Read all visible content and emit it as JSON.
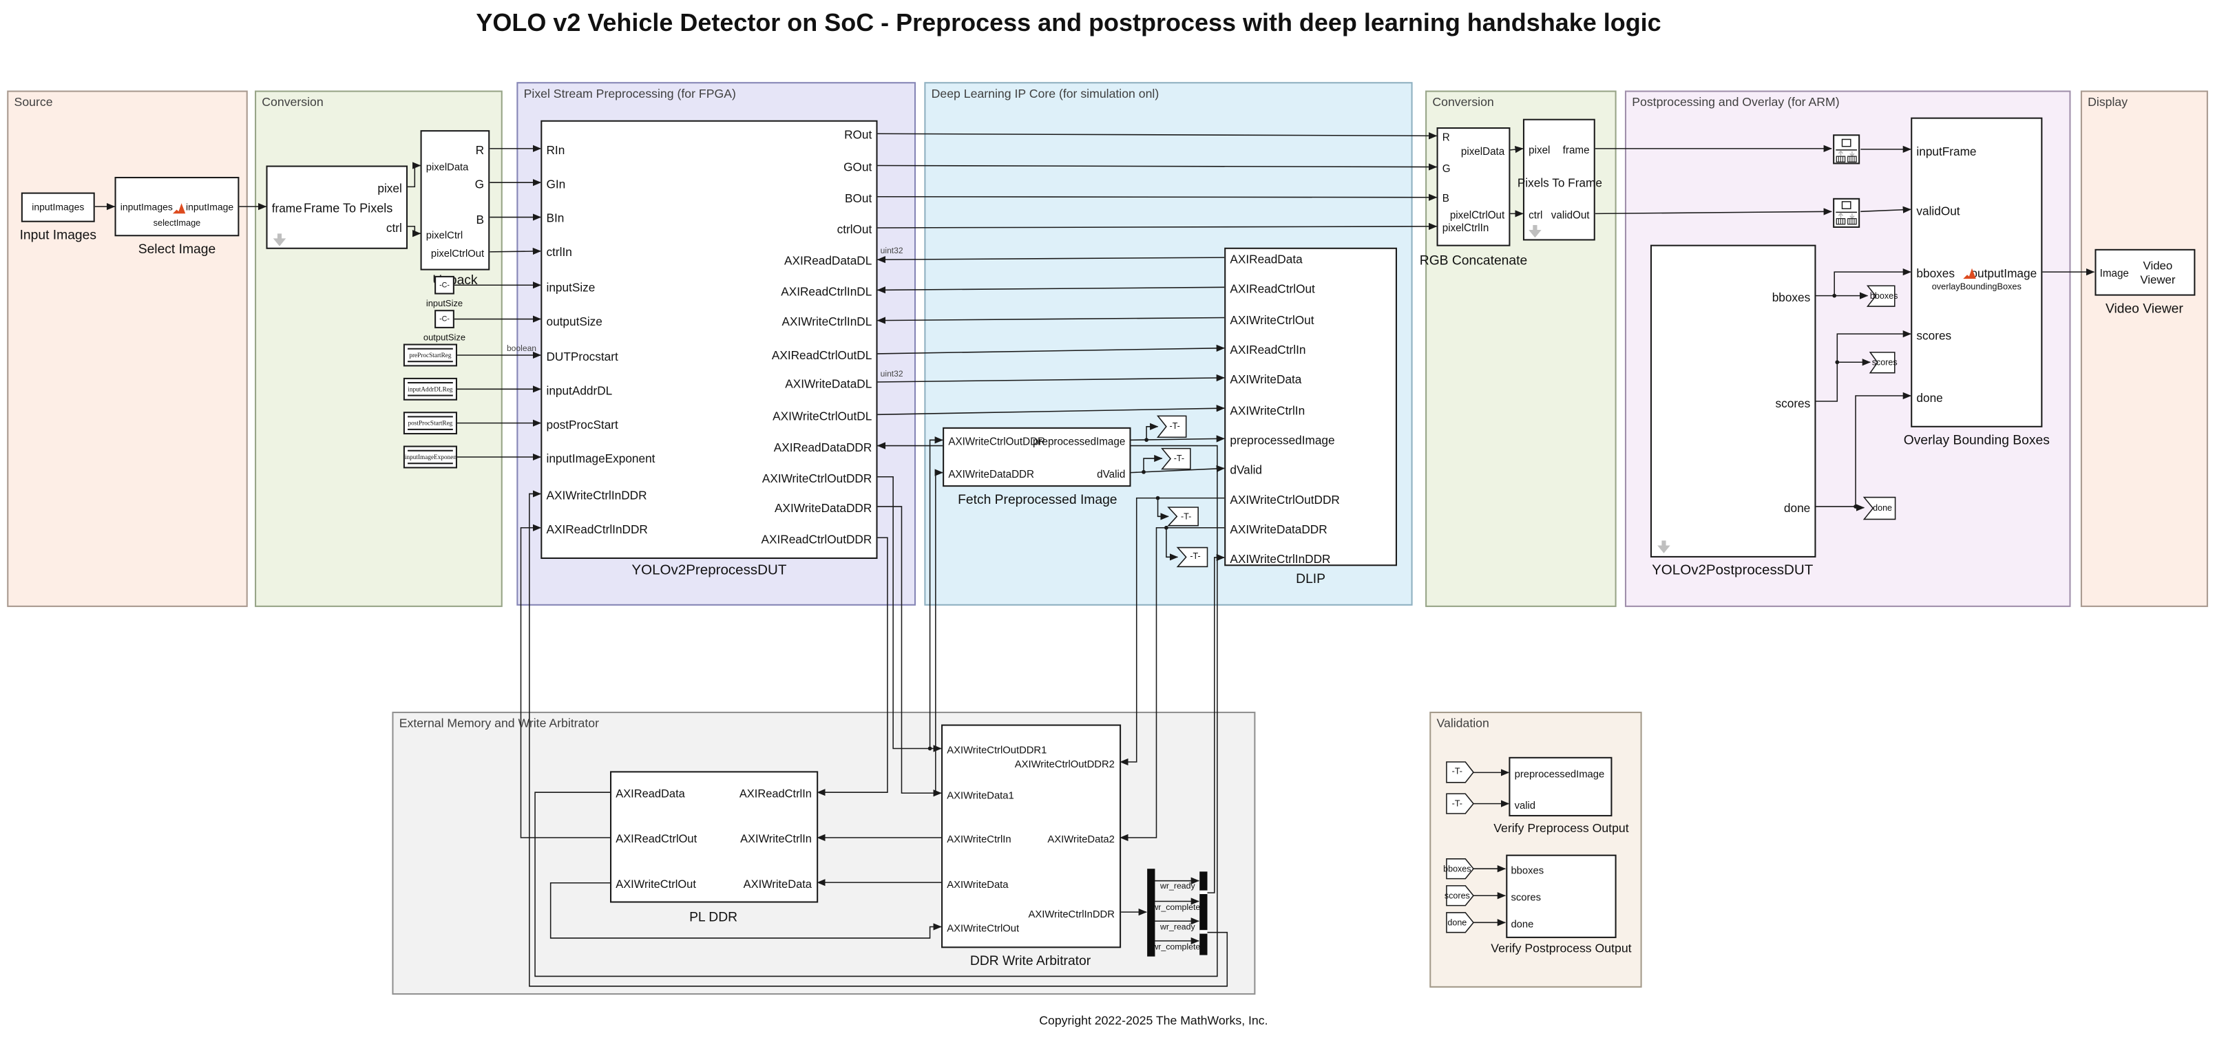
{
  "title": "YOLO v2 Vehicle Detector on SoC - Preprocess and postprocess with deep learning handshake logic",
  "copyright": "Copyright 2022-2025 The MathWorks, Inc.",
  "colors": {
    "source_bg": "#fdeee6",
    "conversion_bg": "#eef3e3",
    "preprocess_bg": "#e6e5f7",
    "deep_learning_bg": "#def0f9",
    "postprocess_bg": "#f7eef9",
    "display_bg": "#fdeee6",
    "external_bg": "#f2f2f2",
    "validation_bg": "#f8f1e9",
    "block_bg": "#ffffff",
    "wire": "#1a1a1a",
    "matlab_logo": "#dd4b1f",
    "muted_icon": "#bfbfbf"
  },
  "sections": {
    "source": "Source",
    "conversion_left": "Conversion",
    "preprocess": "Pixel Stream Preprocessing (for FPGA)",
    "deep_learning": "Deep Learning IP Core (for simulation onl)",
    "conversion_right": "Conversion",
    "postprocess": "Postprocessing and Overlay (for ARM)",
    "display": "Display",
    "external": "External Memory and Write Arbitrator",
    "validation": "Validation"
  },
  "source": {
    "input_images_text": "inputImages",
    "input_images_name": "Input Images",
    "select_in": "inputImages",
    "select_out": "inputImage",
    "select_fcn": "selectImage",
    "select_name": "Select Image"
  },
  "conv_left": {
    "f2p_in": "frame",
    "f2p_title": "Frame To Pixels",
    "f2p_out1": "pixel",
    "f2p_out2": "ctrl",
    "unpack_name": "Unpack",
    "unpack_in1": "pixelData",
    "unpack_in2": "pixelCtrl",
    "unpack_out1": "R",
    "unpack_out2": "G",
    "unpack_out3": "B",
    "unpack_out4": "pixelCtrlOut",
    "const_text": "-C-",
    "const1_name": "inputSize",
    "const2_name": "outputSize",
    "regs": [
      "preProcStartReg",
      "inputAddrDLReg",
      "postProcStartReg",
      "inputImageExponentReg"
    ]
  },
  "pre": {
    "name": "YOLOv2PreprocessDUT",
    "left": [
      "RIn",
      "GIn",
      "BIn",
      "ctrlIn",
      "inputSize",
      "outputSize",
      "DUTProcstart",
      "inputAddrDL",
      "postProcStart",
      "inputImageExponent",
      "AXIWriteCtrlInDDR",
      "AXIReadCtrlInDDR"
    ],
    "right": [
      "ROut",
      "GOut",
      "BOut",
      "ctrlOut",
      "AXIReadDataDL",
      "AXIReadCtrlInDL",
      "AXIWriteCtrlInDL",
      "AXIReadCtrlOutDL",
      "AXIWriteDataDL",
      "AXIWriteCtrlOutDL",
      "AXIReadDataDDR",
      "AXIWriteCtrlOutDDR",
      "AXIWriteDataDDR",
      "AXIReadCtrlOutDDR"
    ],
    "label_boolean": "boolean",
    "label_uint32": "uint32"
  },
  "dl": {
    "fetch_name": "Fetch Preprocessed Image",
    "fetch_in1": "AXIWriteCtrlOutDDR",
    "fetch_in2": "AXIWriteDataDDR",
    "fetch_out1": "preprocessedImage",
    "fetch_out2": "dValid",
    "dlip_name": "DLIP",
    "dlip_ports": [
      "AXIReadData",
      "AXIReadCtrlOut",
      "AXIWriteCtrlOut",
      "AXIReadCtrlIn",
      "AXIWriteData",
      "AXIWriteCtrlIn",
      "preprocessedImage",
      "dValid",
      "AXIWriteCtrlOutDDR",
      "AXIWriteDataDDR",
      "AXIWriteCtrlInDDR"
    ],
    "tag": "-T-"
  },
  "conv_right": {
    "rgb_name": "RGB Concatenate",
    "rgb_in": [
      "R",
      "G",
      "B",
      "pixelCtrlIn"
    ],
    "rgb_out1": "pixelData",
    "rgb_out2": "pixelCtrlOut",
    "p2f_title": "Pixels To Frame",
    "p2f_in1": "pixel",
    "p2f_in2": "ctrl",
    "p2f_out1": "frame",
    "p2f_out2": "validOut"
  },
  "post": {
    "dut_name": "YOLOv2PostprocessDUT",
    "dut_out": [
      "bboxes",
      "scores",
      "done"
    ],
    "overlay_name": "Overlay Bounding Boxes",
    "overlay_fcn": "overlayBoundingBoxes",
    "overlay_in": [
      "inputFrame",
      "validOut",
      "bboxes",
      "scores",
      "done"
    ],
    "overlay_out": "outputImage",
    "tag_bboxes": "bboxes",
    "tag_scores": "scores",
    "tag_done": "done"
  },
  "display": {
    "vv_port": "Image",
    "vv_line1": "Video",
    "vv_line2": "Viewer",
    "vv_name": "Video Viewer"
  },
  "ext": {
    "plddr_name": "PL DDR",
    "plddr_left": [
      "AXIReadData",
      "AXIReadCtrlOut",
      "AXIWriteCtrlOut"
    ],
    "plddr_right": [
      "AXIReadCtrlIn",
      "AXIWriteCtrlIn",
      "AXIWriteData"
    ],
    "arb_name": "DDR Write Arbitrator",
    "arb_left": [
      "AXIWriteCtrlOutDDR1",
      "AXIWriteData1",
      "AXIWriteCtrlIn",
      "AXIWriteData",
      "AXIWriteCtrlOut"
    ],
    "arb_right": [
      "AXIWriteCtrlOutDDR2",
      "AXIWriteData2",
      "AXIWriteCtrlInDDR"
    ],
    "bus": [
      "wr_ready",
      "wr_complete",
      "wr_ready",
      "wr_complete"
    ]
  },
  "val": {
    "tag_t": "-T-",
    "tag_bboxes": "bboxes",
    "tag_scores": "scores",
    "tag_done": "done",
    "vpre_name": "Verify Preprocess Output",
    "vpre_in": [
      "preprocessedImage",
      "valid"
    ],
    "vpost_name": "Verify Postprocess Output",
    "vpost_in": [
      "bboxes",
      "scores",
      "done"
    ]
  }
}
